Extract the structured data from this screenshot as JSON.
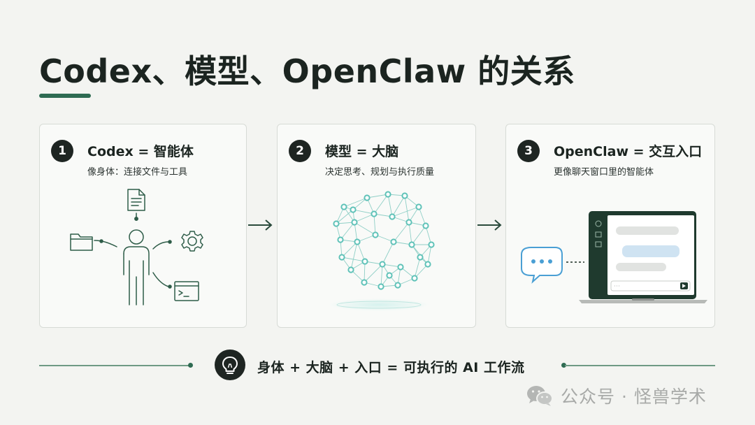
{
  "title": "Codex、模型、OpenClaw 的关系",
  "cards": [
    {
      "number": "1",
      "title": "Codex = 智能体",
      "subtitle": "像身体：连接文件与工具",
      "icons": [
        "document-icon",
        "folder-icon",
        "gear-icon",
        "terminal-icon",
        "person-icon"
      ]
    },
    {
      "number": "2",
      "title": "模型 = 大脑",
      "subtitle": "决定思考、规划与执行质量",
      "icons": [
        "brain-network-icon"
      ]
    },
    {
      "number": "3",
      "title": "OpenClaw = 交互入口",
      "subtitle": "更像聊天窗口里的智能体",
      "icons": [
        "chat-bubble-icon",
        "laptop-icon"
      ]
    }
  ],
  "summary": "身体 + 大脑 + 入口 = 可执行的 AI 工作流",
  "summary_icon": "lightbulb-icon",
  "watermark": "公众号 · 怪兽学术",
  "watermark_icon": "wechat-icon",
  "colors": {
    "accent": "#2e6b52",
    "dark": "#1e2522",
    "node": "#5fc2b8",
    "chat": "#4a9fd4",
    "background": "#f3f4f1"
  }
}
